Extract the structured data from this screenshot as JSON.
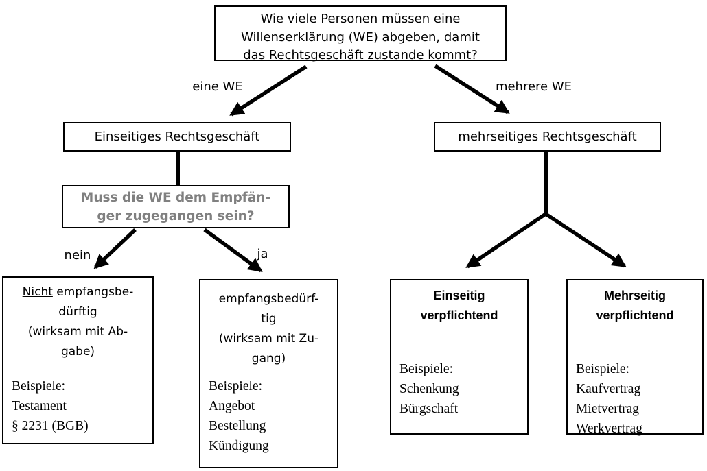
{
  "colors": {
    "ink": "#000000",
    "muted_question_text": "#808080",
    "background": "#ffffff"
  },
  "root_question": {
    "lines": [
      "Wie viele Personen müssen eine",
      "Willenserklärung (WE) abgeben, damit",
      "das Rechtsgeschäft zustande kommt?"
    ]
  },
  "branch_labels": {
    "left": "eine WE",
    "right": "mehrere WE"
  },
  "level2": {
    "left_box": "Einseitiges Rechtsgeschäft",
    "right_box": "mehrseitiges Rechtsgeschäft"
  },
  "receipt_question": {
    "lines": [
      "Muss die WE dem Empfän-",
      "ger zugegangen sein?"
    ]
  },
  "answer_labels": {
    "no": "nein",
    "yes": "ja"
  },
  "leaves": {
    "not_receipt": {
      "title_underlined": "Nicht",
      "title_after": " empfangsbe-",
      "title_lines": [
        "dürftig",
        "(wirksam mit Ab-",
        "gabe)"
      ],
      "examples": [
        "Beispiele:",
        "Testament",
        "§ 2231 (BGB)"
      ]
    },
    "receipt": {
      "title_lines": [
        "empfangsbedürf-",
        "tig",
        "(wirksam mit Zu-",
        "gang)"
      ],
      "examples": [
        "Beispiele:",
        "Angebot",
        "Bestellung",
        "Kündigung"
      ]
    },
    "unilateral": {
      "title_lines": [
        "Einseitig",
        "verpflichtend"
      ],
      "examples": [
        "Beispiele:",
        "Schenkung",
        "Bürgschaft"
      ]
    },
    "multilateral": {
      "title_lines": [
        "Mehrseitig",
        "verpflichtend"
      ],
      "examples": [
        "Beispiele:",
        "Kaufvertrag",
        "Mietvertrag",
        "Werkvertrag"
      ]
    }
  }
}
